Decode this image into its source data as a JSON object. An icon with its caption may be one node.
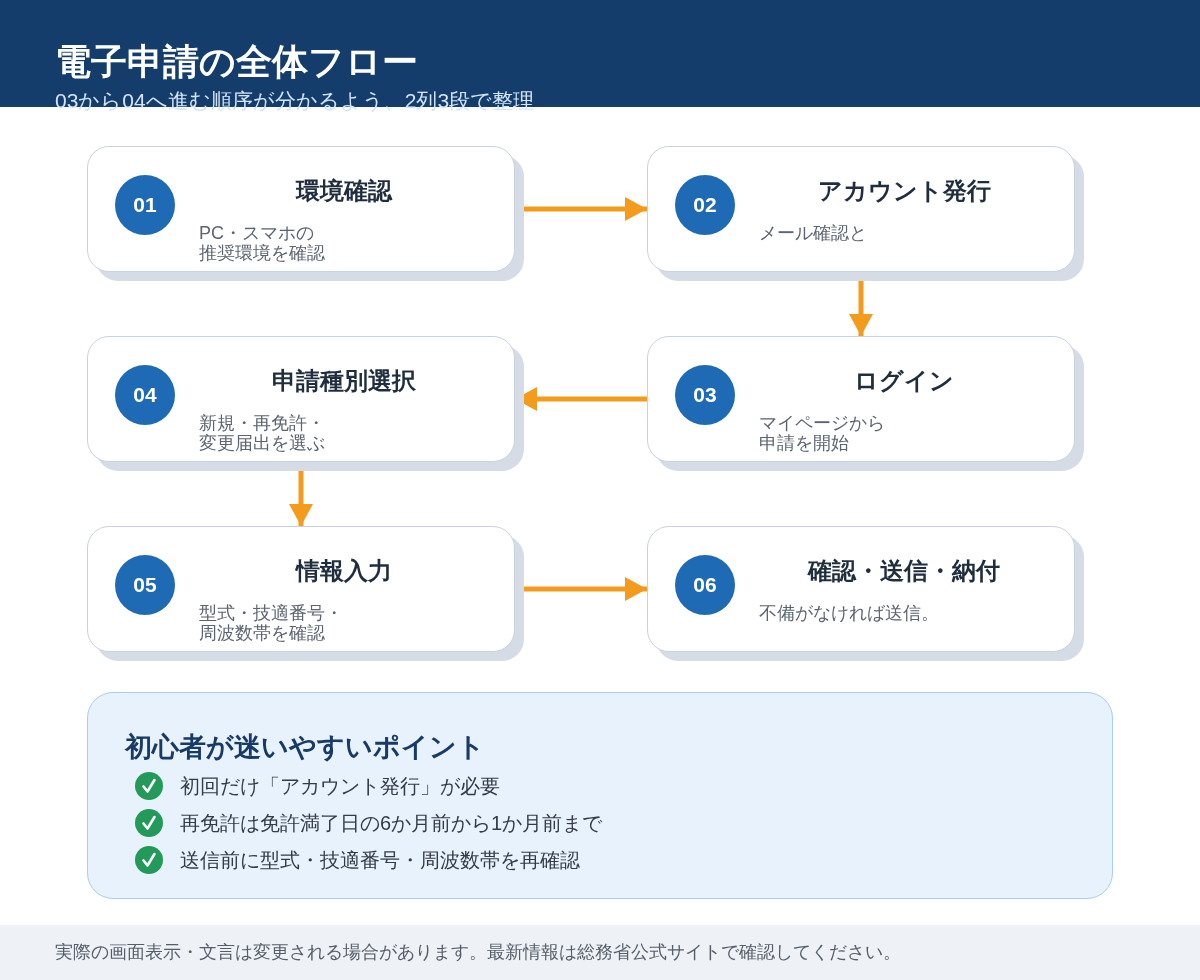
{
  "diagram": {
    "title": "電子申請の全体フロー",
    "nodes": [
      {
        "text": [
          "環境確認",
          "PC・スマホの推奨環境を確認"
        ]
      },
      {
        "text": [
          "01"
        ],
        "in": 0
      },
      {
        "text": [
          "アカウント発行",
          "メール確認と"
        ]
      },
      {
        "text": [
          "02"
        ],
        "in": 2
      },
      {
        "text": [
          "申請種別選択",
          "新規・再免許・変更届出を選ぶ"
        ]
      },
      {
        "text": [
          "04"
        ],
        "in": 4
      },
      {
        "text": [
          "ログイン",
          "マイページから申請を開始"
        ]
      },
      {
        "text": [
          "03"
        ],
        "in": 6
      },
      {
        "text": [
          "情報入力",
          "型式・技適番号・周波数帯を確認"
        ]
      },
      {
        "text": [
          "05"
        ],
        "in": 8
      },
      {
        "text": [
          "確認・送信・納付",
          "不備がなければ送信。"
        ]
      },
      {
        "text": [
          "06"
        ],
        "in": 10
      },
      {
        "text": [
          "初心者が迷いやすいポイント",
          "初回だけ「アカウント発行」が必要",
          "再免許は免許満了日の6か月前から1か月前まで",
          "送信前に型式・技適番号・周波数帯を再確認"
        ]
      }
    ],
    "edges": [
      {
        "from": 0,
        "to": 2,
        "arrow": "to"
      },
      {
        "from": 2,
        "to": 6,
        "arrow": "to"
      },
      {
        "from": 6,
        "to": 4,
        "arrow": "to"
      },
      {
        "from": 4,
        "to": 8,
        "arrow": "to"
      },
      {
        "from": 8,
        "to": 10,
        "arrow": "to"
      }
    ],
    "labels": [
      "03から04へ進む順序が分かるよう、2列3段で整理",
      "実際の画面表示・文言は変更される場合があります。最新情報は総務省公式サイトで確認してください。"
    ]
  }
}
